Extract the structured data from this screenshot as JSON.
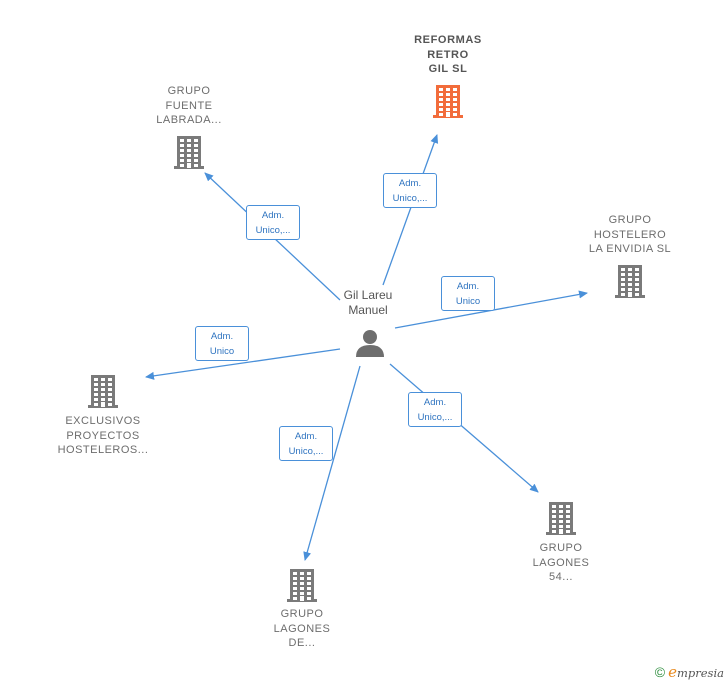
{
  "center": {
    "name": "Gil Lareu\nManuel"
  },
  "companies": [
    {
      "id": "reformas",
      "name": "REFORMAS\nRETRO\nGIL  SL",
      "highlight": true,
      "color": "#f26c3b"
    },
    {
      "id": "fuente",
      "name": "GRUPO\nFUENTE\nLABRADA...",
      "highlight": false,
      "color": "#7a7a7a"
    },
    {
      "id": "envidia",
      "name": "GRUPO\nHOSTELERO\nLA ENVIDIA  SL",
      "highlight": false,
      "color": "#7a7a7a"
    },
    {
      "id": "exclusivos",
      "name": "EXCLUSIVOS\nPROYECTOS\nHOSTELEROS...",
      "highlight": false,
      "color": "#7a7a7a"
    },
    {
      "id": "lagones54",
      "name": "GRUPO\nLAGONES\n54...",
      "highlight": false,
      "color": "#7a7a7a"
    },
    {
      "id": "lagonesde",
      "name": "GRUPO\nLAGONES\nDE...",
      "highlight": false,
      "color": "#7a7a7a"
    }
  ],
  "edges": [
    {
      "to": "reformas",
      "label": "Adm.\nUnico,..."
    },
    {
      "to": "fuente",
      "label": "Adm.\nUnico,..."
    },
    {
      "to": "envidia",
      "label": "Adm.\nUnico"
    },
    {
      "to": "exclusivos",
      "label": "Adm.\nUnico"
    },
    {
      "to": "lagones54",
      "label": "Adm.\nUnico,..."
    },
    {
      "to": "lagonesde",
      "label": "Adm.\nUnico,..."
    }
  ],
  "footer": {
    "copyright": "©",
    "brand_first": "e",
    "brand_rest": "mpresia"
  },
  "colors": {
    "edge": "#4a90d9",
    "highlight": "#f26c3b",
    "node": "#7a7a7a"
  }
}
